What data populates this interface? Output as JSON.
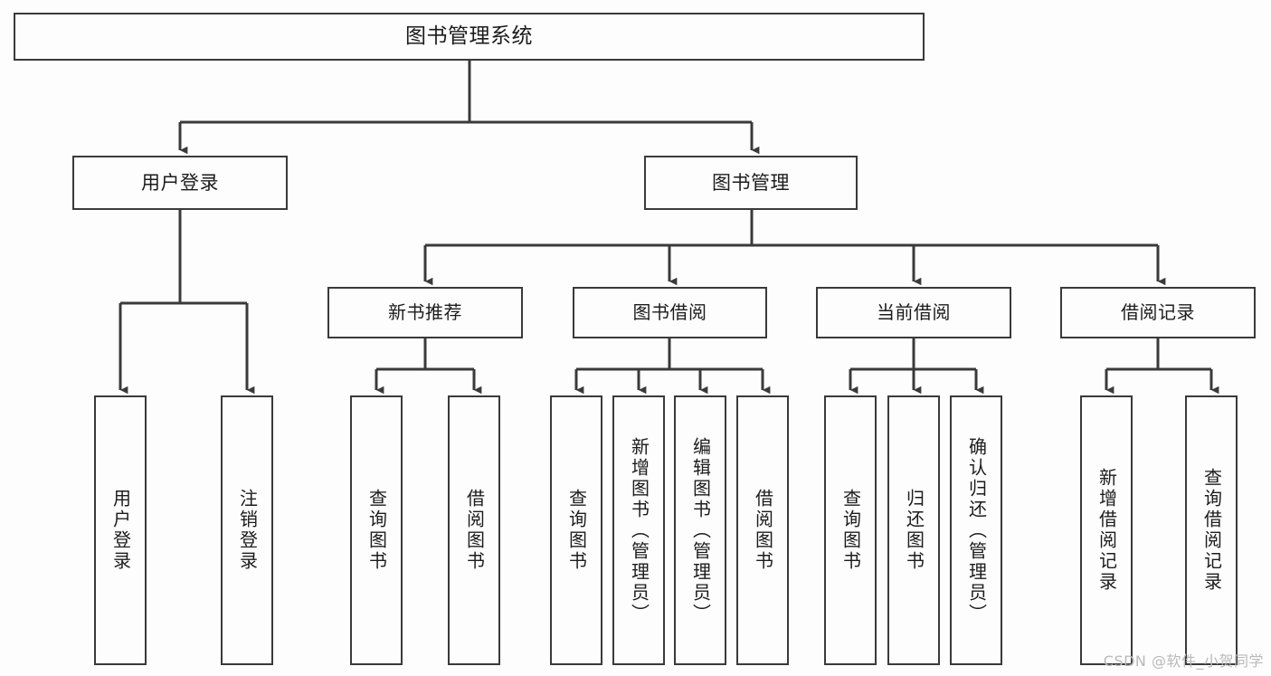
{
  "diagram": {
    "title": "图书管理系统",
    "watermark": "CSDN @软件_小贺同学",
    "colors": {
      "background": "#fdfdfd",
      "stroke": "#3a3a3a",
      "text": "#1c1c1c",
      "watermark": "#b9b9b9"
    },
    "levels": {
      "root": "图书管理系统",
      "level2": [
        "用户登录",
        "图书管理"
      ],
      "level3": [
        "新书推荐",
        "图书借阅",
        "当前借阅",
        "借阅记录"
      ],
      "level4": [
        "用户登录",
        "注销登录",
        "查询图书",
        "借阅图书",
        "查询图书",
        "新增图书（管理员）",
        "编辑图书（管理员）",
        "借阅图书",
        "查询图书",
        "归还图书",
        "确认归还（管理员）",
        "新增借阅记录",
        "查询借阅记录"
      ]
    },
    "nodes": {
      "root": {
        "label": "图书管理系统"
      },
      "user_login": {
        "label": "用户登录"
      },
      "book_manage": {
        "label": "图书管理"
      },
      "new_book_rec": {
        "label": "新书推荐"
      },
      "book_borrow": {
        "label": "图书借阅"
      },
      "current_borrow": {
        "label": "当前借阅"
      },
      "borrow_record": {
        "label": "借阅记录"
      },
      "leaf_user_login": {
        "label": "用户登录"
      },
      "leaf_user_logout": {
        "label": "注销登录"
      },
      "leaf_rec_query": {
        "label": "查询图书"
      },
      "leaf_rec_borrow": {
        "label": "借阅图书"
      },
      "leaf_borrow_query": {
        "label": "查询图书"
      },
      "leaf_borrow_add": {
        "label": "新增图书（管理员）"
      },
      "leaf_borrow_edit": {
        "label": "编辑图书（管理员）"
      },
      "leaf_borrow_lend": {
        "label": "借阅图书"
      },
      "leaf_cur_query": {
        "label": "查询图书"
      },
      "leaf_cur_return": {
        "label": "归还图书"
      },
      "leaf_cur_confirm": {
        "label": "确认归还（管理员）"
      },
      "leaf_rec_add": {
        "label": "新增借阅记录"
      },
      "leaf_rec_search": {
        "label": "查询借阅记录"
      }
    }
  }
}
